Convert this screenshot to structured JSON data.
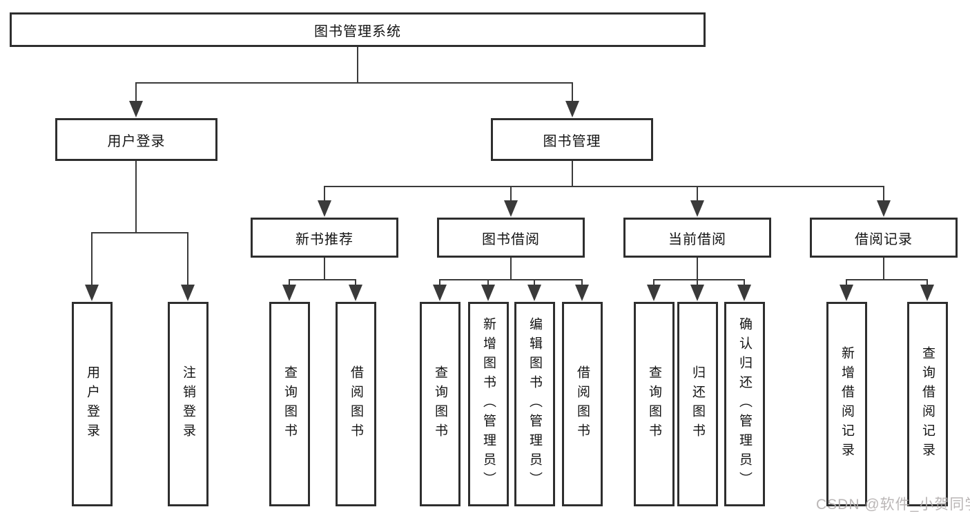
{
  "diagram": {
    "title": "图书管理系统",
    "root": {
      "label": "图书管理系统"
    },
    "level2": {
      "user_login": {
        "label": "用户登录"
      },
      "book_mgmt": {
        "label": "图书管理"
      }
    },
    "level3": {
      "new_books": {
        "label": "新书推荐"
      },
      "book_borrow": {
        "label": "图书借阅"
      },
      "current_borrow": {
        "label": "当前借阅"
      },
      "borrow_records": {
        "label": "借阅记录"
      }
    },
    "leaves": {
      "user_login": [
        "用户登录",
        "注销登录"
      ],
      "new_books": [
        "查询图书",
        "借阅图书"
      ],
      "book_borrow": [
        "查询图书",
        "新增图书（管理员）",
        "编辑图书（管理员）",
        "借阅图书"
      ],
      "current_borrow": [
        "查询图书",
        "归还图书",
        "确认归还（管理员）"
      ],
      "borrow_records": [
        "新增借阅记录",
        "查询借阅记录"
      ]
    }
  },
  "watermark": {
    "text": "CSDN @软件_小贺同学",
    "color": "#b2aeae"
  },
  "colors": {
    "background": "#ffffff",
    "line": "#3a3a3a",
    "box_border": "#2e2e2e",
    "text": "#141414"
  }
}
